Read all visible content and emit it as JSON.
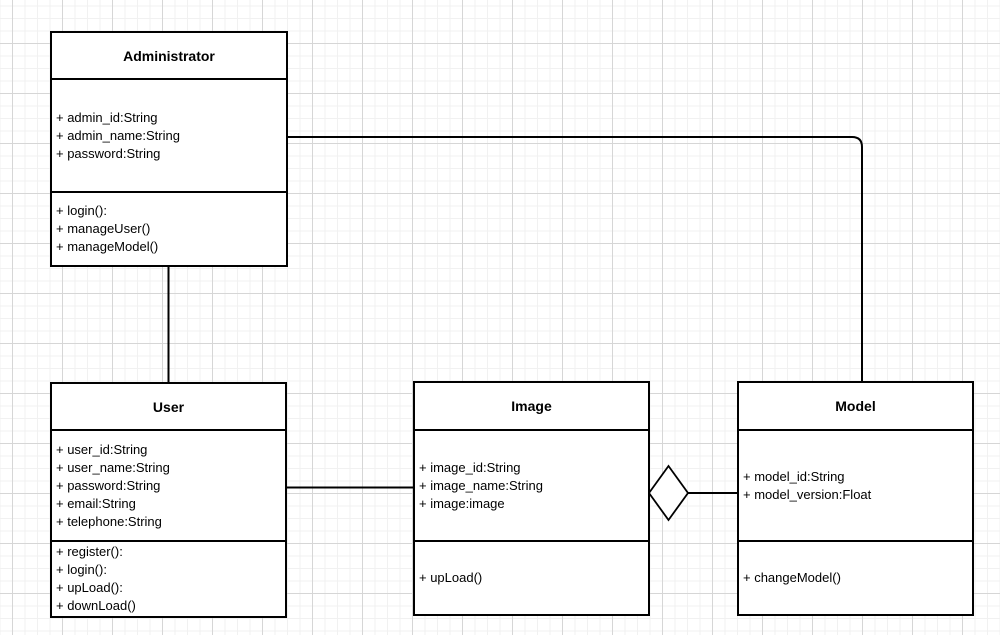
{
  "diagram": {
    "type": "uml-class-diagram",
    "classes": [
      {
        "name": "Administrator",
        "attributes": [
          "+ admin_id:String",
          "+ admin_name:String",
          "+ password:String"
        ],
        "methods": [
          "+ login():",
          "+ manageUser()",
          "+ manageModel()"
        ]
      },
      {
        "name": "User",
        "attributes": [
          "+ user_id:String",
          "+ user_name:String",
          "+ password:String",
          "+ email:String",
          "+ telephone:String"
        ],
        "methods": [
          "+ register():",
          "+ login():",
          "+ upLoad():",
          "+ downLoad()"
        ]
      },
      {
        "name": "Image",
        "attributes": [
          "+ image_id:String",
          "+ image_name:String",
          "+ image:image"
        ],
        "methods": [
          "+ upLoad()"
        ]
      },
      {
        "name": "Model",
        "attributes": [
          "+ model_id:String",
          "+ model_version:Float"
        ],
        "methods": [
          "+ changeModel()"
        ]
      }
    ],
    "relationships": [
      {
        "from": "Administrator",
        "to": "User",
        "type": "association"
      },
      {
        "from": "Administrator",
        "to": "Model",
        "type": "association"
      },
      {
        "from": "User",
        "to": "Image",
        "type": "association"
      },
      {
        "from": "Image",
        "to": "Model",
        "type": "aggregation",
        "diamond_end": "Image"
      }
    ],
    "colors": {
      "shape_stroke": "#000000",
      "shape_fill": "#ffffff",
      "text": "#000000",
      "grid_minor": "#f1f1f1",
      "grid_major": "#d6d6d6",
      "background": "#ffffff"
    }
  }
}
